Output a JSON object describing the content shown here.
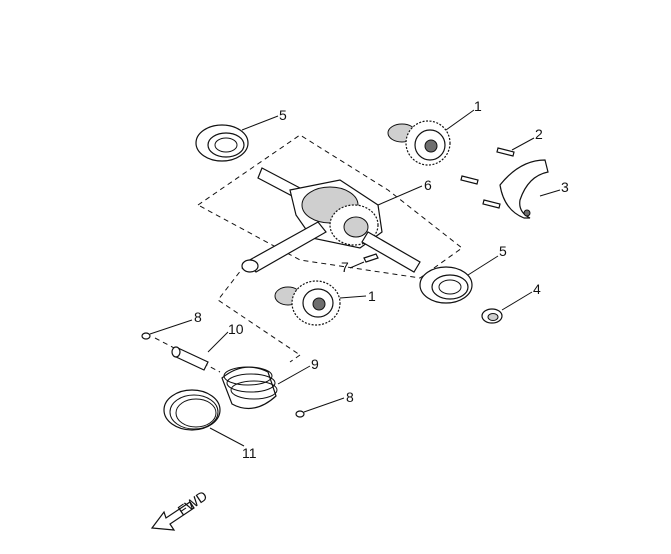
{
  "diagram": {
    "callouts": [
      {
        "id": "c1a",
        "text": "1"
      },
      {
        "id": "c2",
        "text": "2"
      },
      {
        "id": "c3",
        "text": "3"
      },
      {
        "id": "c4",
        "text": "4"
      },
      {
        "id": "c5a",
        "text": "5"
      },
      {
        "id": "c5b",
        "text": "5"
      },
      {
        "id": "c6",
        "text": "6"
      },
      {
        "id": "c7",
        "text": "7"
      },
      {
        "id": "c1b",
        "text": "1"
      },
      {
        "id": "c8a",
        "text": "8"
      },
      {
        "id": "c8b",
        "text": "8"
      },
      {
        "id": "c9",
        "text": "9"
      },
      {
        "id": "c10",
        "text": "10"
      },
      {
        "id": "c11",
        "text": "11"
      }
    ],
    "direction_label": "FWD"
  }
}
